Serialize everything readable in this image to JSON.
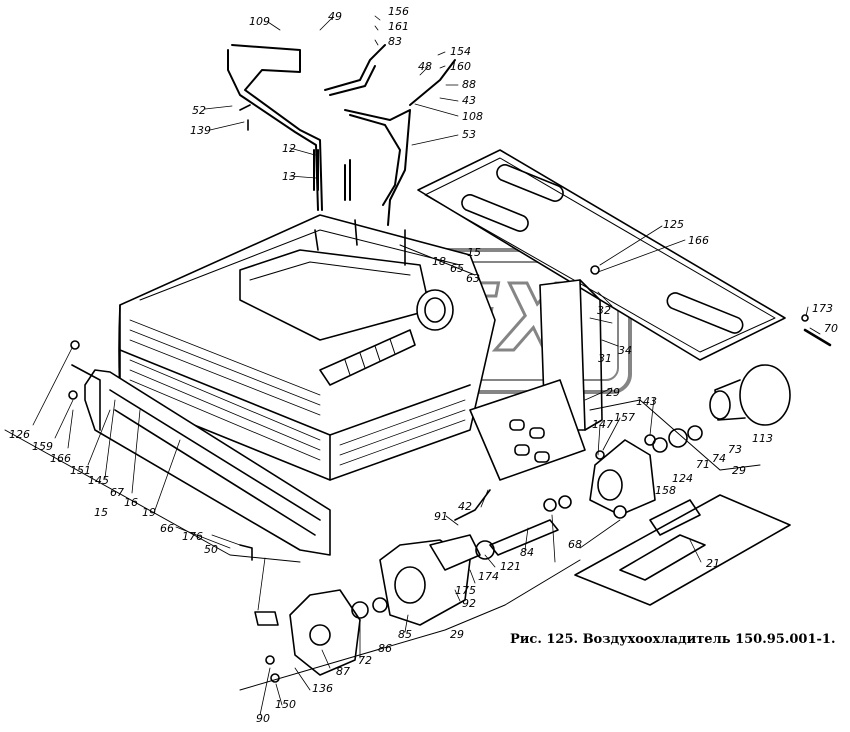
{
  "caption": "Рис. 125. Воздухоохладитель 150.95.001-1.",
  "watermark": "OPEX",
  "ink_color": "#000000",
  "callouts": [
    {
      "id": "c109",
      "text": "109"
    },
    {
      "id": "c49",
      "text": "49"
    },
    {
      "id": "c156",
      "text": "156"
    },
    {
      "id": "c161",
      "text": "161"
    },
    {
      "id": "c83",
      "text": "83"
    },
    {
      "id": "c154",
      "text": "154"
    },
    {
      "id": "c160",
      "text": "160"
    },
    {
      "id": "c48",
      "text": "48"
    },
    {
      "id": "c88",
      "text": "88"
    },
    {
      "id": "c43",
      "text": "43"
    },
    {
      "id": "c108",
      "text": "108"
    },
    {
      "id": "c53",
      "text": "53"
    },
    {
      "id": "c52",
      "text": "52"
    },
    {
      "id": "c139",
      "text": "139"
    },
    {
      "id": "c12",
      "text": "12"
    },
    {
      "id": "c13",
      "text": "13"
    },
    {
      "id": "c125",
      "text": "125"
    },
    {
      "id": "c166a",
      "text": "166"
    },
    {
      "id": "c15a",
      "text": "15"
    },
    {
      "id": "c18",
      "text": "18"
    },
    {
      "id": "c65",
      "text": "65"
    },
    {
      "id": "c63",
      "text": "63"
    },
    {
      "id": "c173",
      "text": "173"
    },
    {
      "id": "c70",
      "text": "70"
    },
    {
      "id": "c32",
      "text": "32"
    },
    {
      "id": "c31",
      "text": "31"
    },
    {
      "id": "c34",
      "text": "34"
    },
    {
      "id": "c29a",
      "text": "29"
    },
    {
      "id": "c143",
      "text": "143"
    },
    {
      "id": "c157",
      "text": "157"
    },
    {
      "id": "c147",
      "text": "147"
    },
    {
      "id": "c113",
      "text": "113"
    },
    {
      "id": "c73",
      "text": "73"
    },
    {
      "id": "c74",
      "text": "74"
    },
    {
      "id": "c71",
      "text": "71"
    },
    {
      "id": "c124",
      "text": "124"
    },
    {
      "id": "c29b",
      "text": "29"
    },
    {
      "id": "c158",
      "text": "158"
    },
    {
      "id": "c21",
      "text": "21"
    },
    {
      "id": "c126",
      "text": "126"
    },
    {
      "id": "c159",
      "text": "159"
    },
    {
      "id": "c166b",
      "text": "166"
    },
    {
      "id": "c151",
      "text": "151"
    },
    {
      "id": "c145",
      "text": "145"
    },
    {
      "id": "c67",
      "text": "67"
    },
    {
      "id": "c15b",
      "text": "15"
    },
    {
      "id": "c16",
      "text": "16"
    },
    {
      "id": "c19",
      "text": "19"
    },
    {
      "id": "c66",
      "text": "66"
    },
    {
      "id": "c176",
      "text": "176"
    },
    {
      "id": "c50",
      "text": "50"
    },
    {
      "id": "c42",
      "text": "42"
    },
    {
      "id": "c91",
      "text": "91"
    },
    {
      "id": "c68",
      "text": "68"
    },
    {
      "id": "c84",
      "text": "84"
    },
    {
      "id": "c121",
      "text": "121"
    },
    {
      "id": "c174",
      "text": "174"
    },
    {
      "id": "c175",
      "text": "175"
    },
    {
      "id": "c92",
      "text": "92"
    },
    {
      "id": "c85",
      "text": "85"
    },
    {
      "id": "c29c",
      "text": "29"
    },
    {
      "id": "c86",
      "text": "86"
    },
    {
      "id": "c72",
      "text": "72"
    },
    {
      "id": "c87",
      "text": "87"
    },
    {
      "id": "c136",
      "text": "136"
    },
    {
      "id": "c150",
      "text": "150"
    },
    {
      "id": "c90",
      "text": "90"
    }
  ]
}
